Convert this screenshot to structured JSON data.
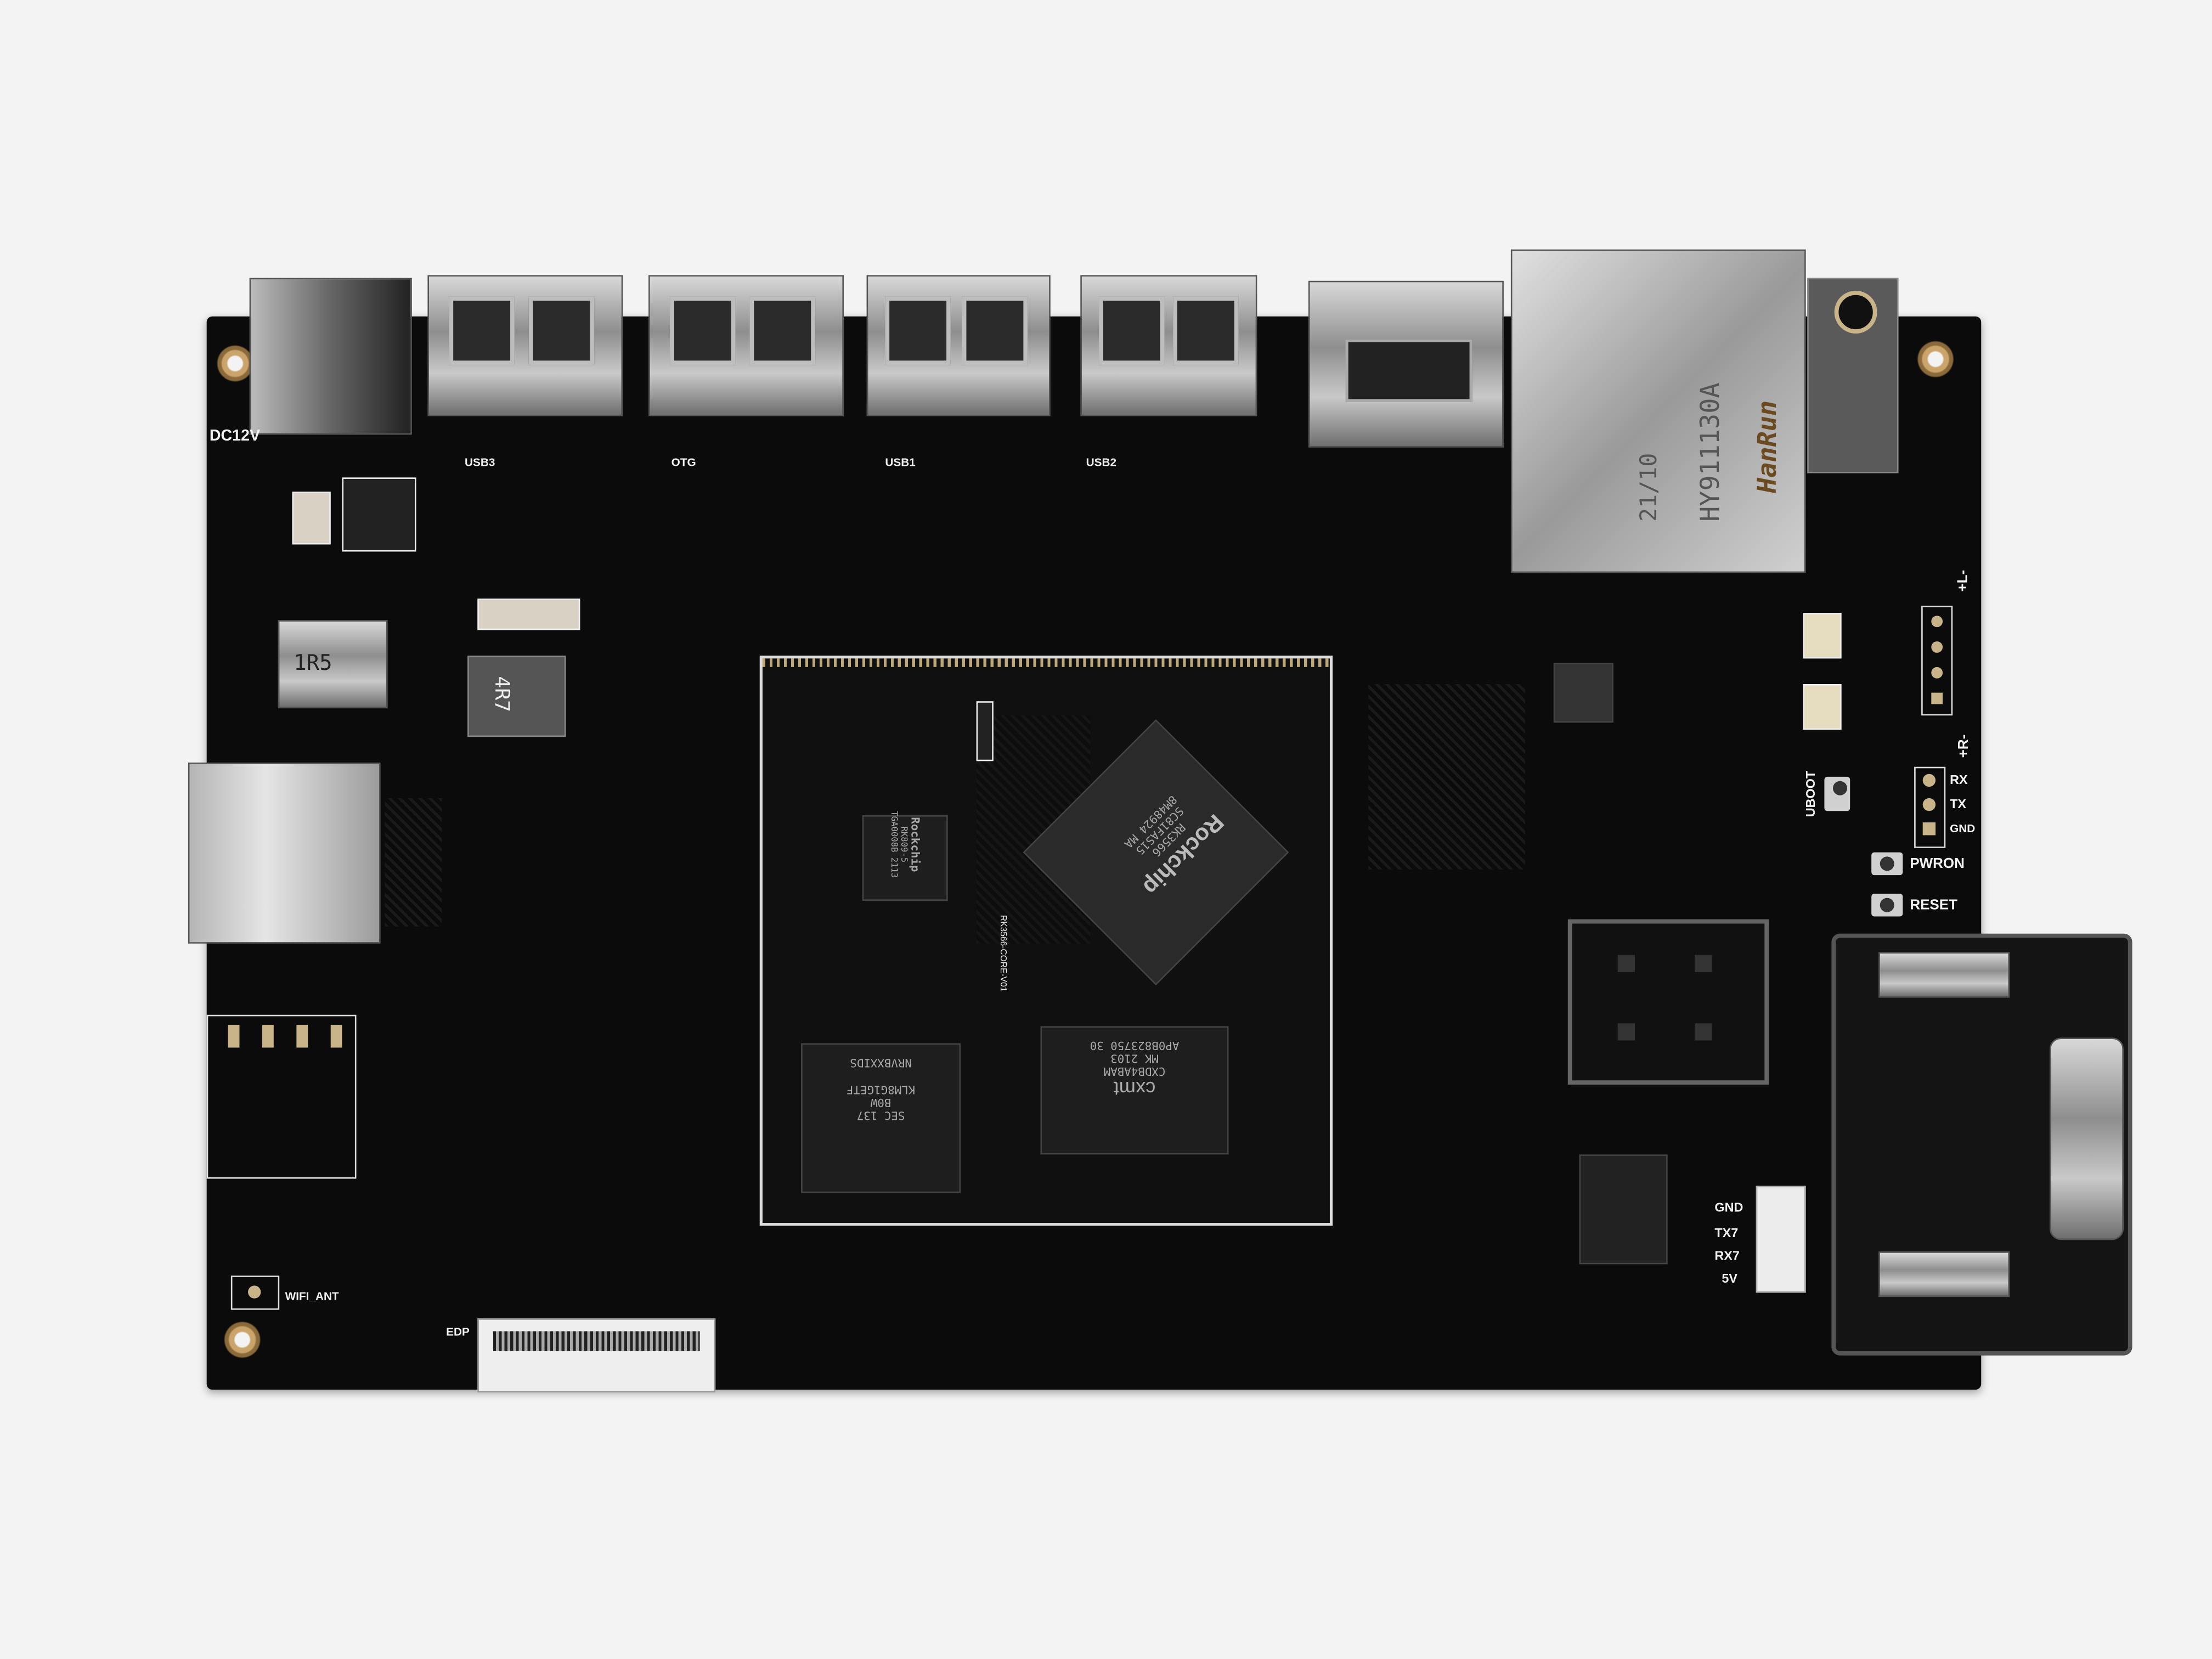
{
  "board": {
    "colors": {
      "pcb": "#0b0b0b",
      "silkscreen": "#f2f2f2",
      "gold_pad": "#c9b48a",
      "background": "#f3f3f3"
    },
    "silkscreen_labels": {
      "dc": "DC12V",
      "usb3": "USB3",
      "otg": "OTG",
      "usb1": "USB1",
      "usb2": "USB2",
      "uboot": "UBOOT",
      "rx": "RX",
      "tx": "TX",
      "gnd": "GND",
      "pwron": "PWRON",
      "reset": "RESET",
      "left_speaker": "+L-",
      "right_speaker": "+R-",
      "uart_gnd": "GND",
      "uart_tx7": "TX7",
      "uart_rx7": "RX7",
      "uart_5v": "5V",
      "wifi": "WIFI_ANT",
      "edp": "EDP",
      "som": "RK3566-CORE-V01"
    },
    "inductors": {
      "l1": "1R5",
      "l2": "4R7"
    },
    "rj45": {
      "brand": "HanRun",
      "model": "HY911130A",
      "date": "21/10"
    },
    "soc": {
      "brand": "Rockchip",
      "model": "RK3566",
      "line1": "SC81FAS15",
      "line2": "8M48924 MA"
    },
    "pmic": {
      "brand": "Rockchip",
      "model": "RK809-5",
      "code": "TGA0008B 2113"
    },
    "emmc": {
      "line1": "SEC 137",
      "line2": "B0W",
      "line3": "KLM8G1GETF",
      "line4": "NRVBXXIDS"
    },
    "dram": {
      "brand": "cxmt",
      "line1": "CXDB4ABAM",
      "line2": "MK 2103",
      "line3": "AP0B823750 30"
    }
  }
}
